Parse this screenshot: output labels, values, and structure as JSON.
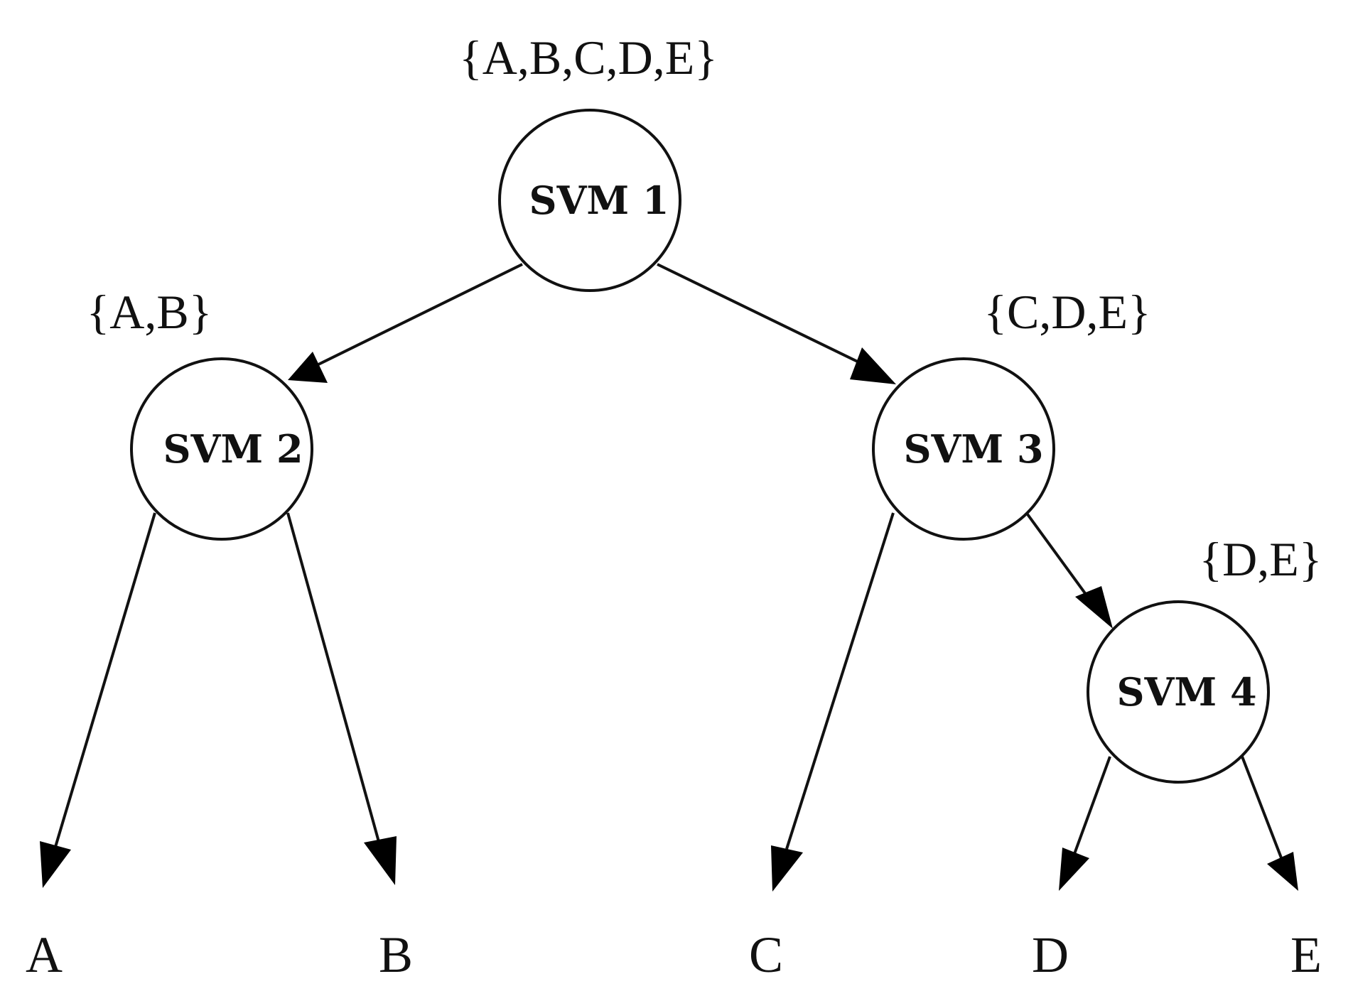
{
  "nodes": [
    {
      "id": "svm1",
      "label": "SVM 1",
      "set": "{A,B,C,D,E}"
    },
    {
      "id": "svm2",
      "label": "SVM 2",
      "set": "{A,B}"
    },
    {
      "id": "svm3",
      "label": "SVM 3",
      "set": "{C,D,E}"
    },
    {
      "id": "svm4",
      "label": "SVM 4",
      "set": "{D,E}"
    }
  ],
  "leaves": [
    {
      "id": "A",
      "label": "A"
    },
    {
      "id": "B",
      "label": "B"
    },
    {
      "id": "C",
      "label": "C"
    },
    {
      "id": "D",
      "label": "D"
    },
    {
      "id": "E",
      "label": "E"
    }
  ],
  "edges": [
    {
      "from": "svm1",
      "to": "svm2"
    },
    {
      "from": "svm1",
      "to": "svm3"
    },
    {
      "from": "svm2",
      "to": "A"
    },
    {
      "from": "svm2",
      "to": "B"
    },
    {
      "from": "svm3",
      "to": "C"
    },
    {
      "from": "svm3",
      "to": "svm4"
    },
    {
      "from": "svm4",
      "to": "D"
    },
    {
      "from": "svm4",
      "to": "E"
    }
  ]
}
